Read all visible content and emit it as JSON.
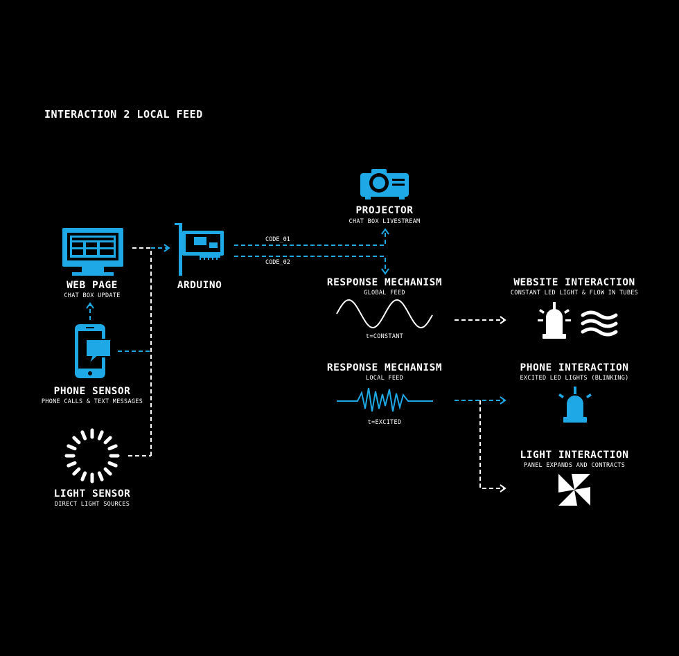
{
  "title": "INTERACTION 2 LOCAL FEED",
  "colors": {
    "accent": "#1ea9e6",
    "foreground": "#ffffff",
    "background": "#000000"
  },
  "nodes": {
    "web_page": {
      "label": "WEB PAGE",
      "sub": "CHAT BOX UPDATE",
      "icon": "monitor-icon"
    },
    "phone_sensor": {
      "label": "PHONE SENSOR",
      "sub": "PHONE CALLS & TEXT MESSAGES",
      "icon": "phone-message-icon"
    },
    "light_sensor": {
      "label": "LIGHT SENSOR",
      "sub": "DIRECT LIGHT SOURCES",
      "icon": "light-burst-icon"
    },
    "arduino": {
      "label": "ARDUINO",
      "icon": "circuit-board-icon"
    },
    "projector": {
      "label": "PROJECTOR",
      "sub": "CHAT BOX LIVESTREAM",
      "icon": "projector-icon"
    },
    "response_global": {
      "label": "RESPONSE MECHANISM",
      "sub": "GLOBAL FEED",
      "wave_label": "t=CONSTANT",
      "icon": "sine-wave-icon"
    },
    "response_local": {
      "label": "RESPONSE MECHANISM",
      "sub": "LOCAL FEED",
      "wave_label": "t=EXCITED",
      "icon": "zigzag-wave-icon"
    },
    "website_interaction": {
      "label": "WEBSITE INTERACTION",
      "sub": "CONSTANT LED LIGHT & FLOW IN TUBES",
      "icon": "siren-waves-icon"
    },
    "phone_interaction": {
      "label": "PHONE INTERACTION",
      "sub": "EXCITED LED LIGHTS (BLINKING)",
      "icon": "siren-icon"
    },
    "light_interaction": {
      "label": "LIGHT INTERACTION",
      "sub": "PANEL EXPANDS AND CONTRACTS",
      "icon": "pinwheel-icon"
    }
  },
  "codes": {
    "code_01": "CODE_01",
    "code_02": "CODE_02"
  }
}
